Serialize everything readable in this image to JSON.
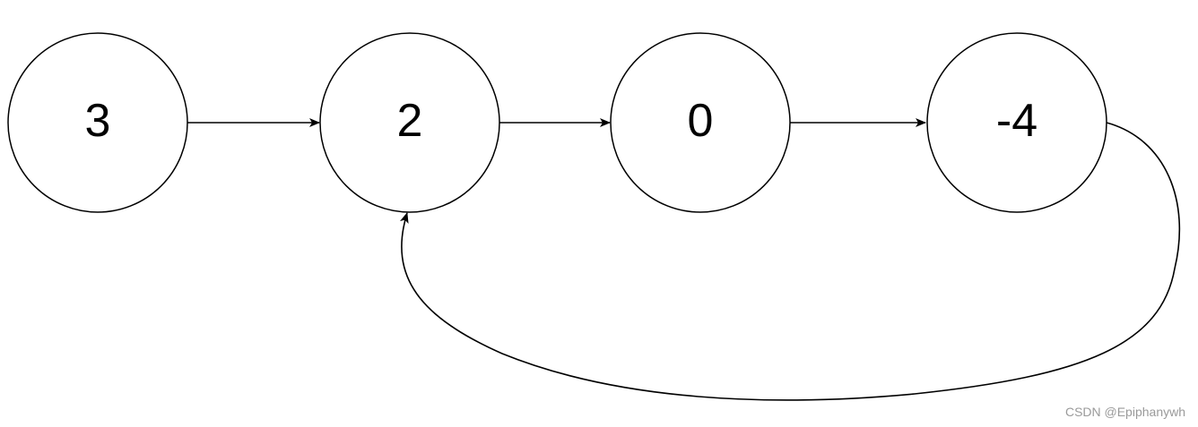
{
  "nodes": [
    {
      "id": "n0",
      "label": "3"
    },
    {
      "id": "n1",
      "label": "2"
    },
    {
      "id": "n2",
      "label": "0"
    },
    {
      "id": "n3",
      "label": "-4"
    }
  ],
  "edges": [
    {
      "from": "n0",
      "to": "n1"
    },
    {
      "from": "n1",
      "to": "n2"
    },
    {
      "from": "n2",
      "to": "n3"
    },
    {
      "from": "n3",
      "to": "n1"
    }
  ],
  "watermark": "CSDN @Epiphanywh",
  "colors": {
    "stroke": "#000000",
    "background": "#ffffff",
    "watermark": "#9a9a9a"
  }
}
